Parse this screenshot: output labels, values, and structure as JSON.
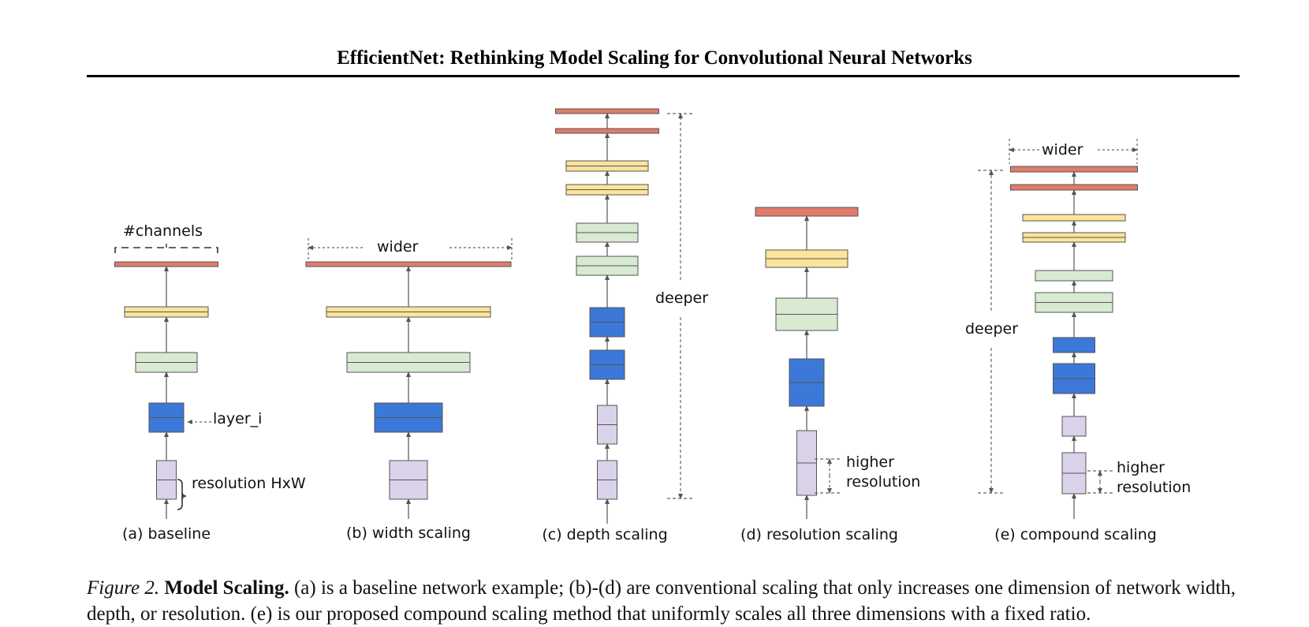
{
  "paper": {
    "running_title": "EfficientNet: Rethinking Model Scaling for Convolutional Neural Networks"
  },
  "figure": {
    "annotations": {
      "channels": "#channels",
      "layer": "layer_i",
      "resolution": "resolution HxW",
      "wider_b": "wider",
      "deeper_c": "deeper",
      "higher_d": "higher",
      "resolution_d": "resolution",
      "wider_e": "wider",
      "deeper_e": "deeper",
      "higher_e": "higher",
      "resolution_e": "resolution"
    },
    "panels": [
      {
        "id": "a",
        "label": "(a) baseline"
      },
      {
        "id": "b",
        "label": "(b) width scaling"
      },
      {
        "id": "c",
        "label": "(c) depth scaling"
      },
      {
        "id": "d",
        "label": "(d) resolution scaling"
      },
      {
        "id": "e",
        "label": "(e) compound scaling"
      }
    ],
    "caption": {
      "label": "Figure 2.",
      "title": "Model Scaling.",
      "text": "(a) is a baseline network example; (b)-(d) are conventional scaling that only increases one dimension of network width, depth, or resolution. (e) is our proposed compound scaling method that uniformly scales all three dimensions with a fixed ratio."
    },
    "colors": {
      "red_layer": "#e07b6b",
      "yellow_layer": "#fce49a",
      "green_layer": "#d9ead3",
      "blue_layer": "#3c78d8",
      "purple_layer": "#d9d2e9"
    }
  }
}
